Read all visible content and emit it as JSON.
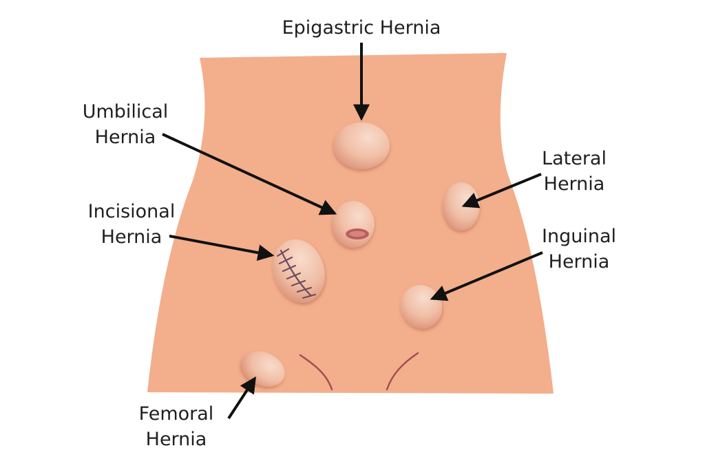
{
  "colors": {
    "skin": "#f3ae8c",
    "bulge_light": "#f8d7c5",
    "bulge_mid": "#efb9a0",
    "bulge_dark": "#d99078",
    "crease": "#a24a52",
    "stitch": "#6c4c5f",
    "opening": "#b45a62",
    "arrow": "#111111",
    "text": "#1f1f1f"
  },
  "labels": {
    "epigastric": {
      "line1": "Epigastric Hernia"
    },
    "umbilical": {
      "line1": "Umbilical",
      "line2": "Hernia"
    },
    "incisional": {
      "line1": "Incisional",
      "line2": "Hernia"
    },
    "lateral": {
      "line1": "Lateral",
      "line2": "Hernia"
    },
    "inguinal": {
      "line1": "Inguinal",
      "line2": "Hernia"
    },
    "femoral": {
      "line1": "Femoral",
      "line2": "Hernia"
    }
  }
}
